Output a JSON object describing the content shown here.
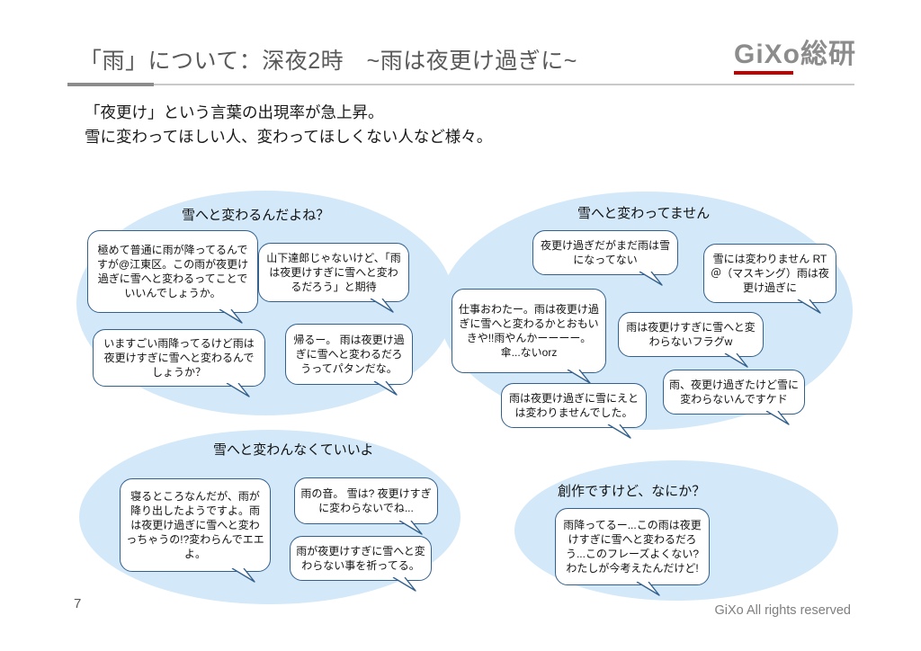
{
  "page": {
    "title": "「雨」について：深夜2時　~雨は夜更け過ぎに~",
    "logo_text": "GiXo総研",
    "subtitle_line1": "「夜更け」という言葉の出現率が急上昇。",
    "subtitle_line2": "雪に変わってほしい人、変わってほしくない人など様々。",
    "page_number": "7",
    "footer": "GiXo All rights reserved"
  },
  "colors": {
    "accent_red": "#c00000",
    "title_gray": "#595959",
    "ellipse_blue": "#d3e8f8",
    "bubble_border": "#33608c",
    "footer_gray": "#7f7f7f"
  },
  "groups": [
    {
      "id": "will-change-to-snow",
      "title": "雪へと変わるんだよね？",
      "bubbles": [
        {
          "text": "極めて普通に雨が降ってるんですが@江東区。この雨が夜更け過ぎに雪へと変わるってことでいいんでしょうか。"
        },
        {
          "text": "山下達郎じゃないけど、「雨は夜更けすぎに雪へと変わるだろう」と期待"
        },
        {
          "text": "いますごい雨降ってるけど雨は夜更けすぎに雪へと変わるんでしょうか？"
        },
        {
          "text": "帰るー。 雨は夜更け過ぎに雪へと変わるだろうってパタンだな。"
        }
      ]
    },
    {
      "id": "not-changed-to-snow",
      "title": "雪へと変わってません",
      "bubbles": [
        {
          "text": "夜更け過ぎだがまだ雨は雪になってない"
        },
        {
          "text": "雪には変わりません RT ＠（マスキング）雨は夜更け過ぎに"
        },
        {
          "text": "仕事おわたー。雨は夜更け過ぎに雪へと変わるかとおもいきや!!雨やんかーーーー。傘...ないorz"
        },
        {
          "text": "雨は夜更けすぎに雪へと変わらないフラグw"
        },
        {
          "text": "雨は夜更け過ぎに雪にえとは変わりませんでした。"
        },
        {
          "text": "雨、夜更け過ぎたけど雪に変わらないんですケド"
        }
      ]
    },
    {
      "id": "dont-need-to-change",
      "title": "雪へと変わんなくていいよ",
      "bubbles": [
        {
          "text": "寝るところなんだが、雨が降り出したようですよ。雨は夜更け過ぎに雪へと変わっちゃうの!?変わらんでエエよ。"
        },
        {
          "text": "雨の音。 雪は? 夜更けすぎに変わらないでね..."
        },
        {
          "text": "雨が夜更けすぎに雪へと変わらない事を祈ってる。"
        }
      ]
    },
    {
      "id": "original-phrase",
      "title": "創作ですけど、なにか？",
      "bubbles": [
        {
          "text": "雨降ってるー...この雨は夜更けすぎに雪へと変わるだろう...このフレーズよくない? わたしが今考えたんだけど!"
        }
      ]
    }
  ]
}
